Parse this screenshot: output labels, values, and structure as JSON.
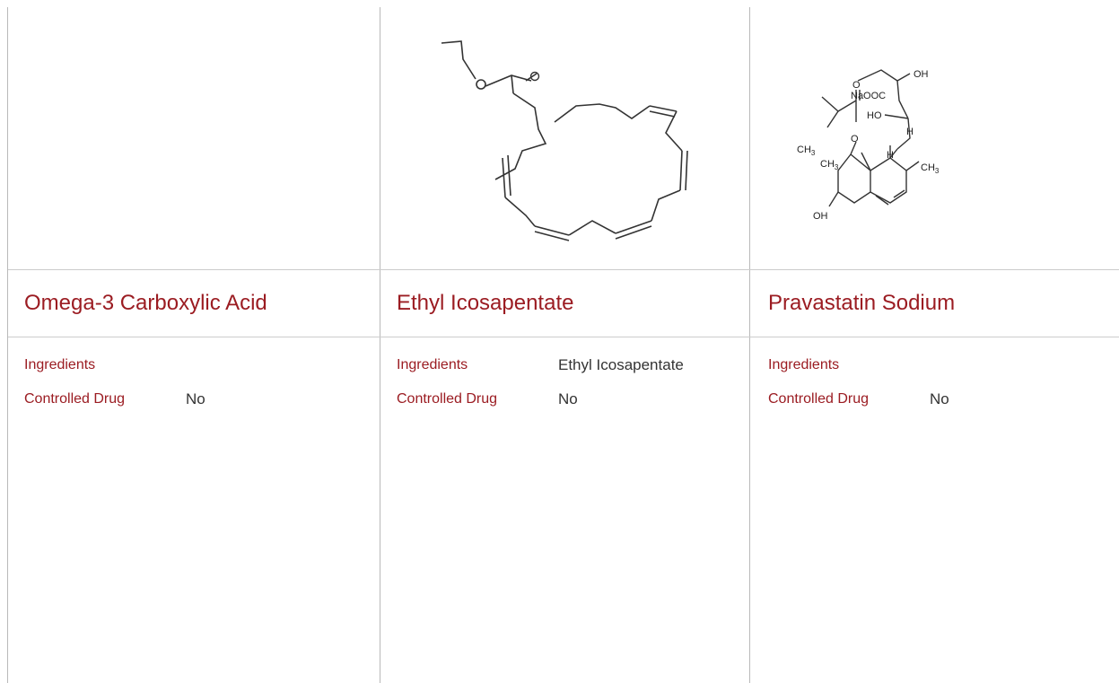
{
  "products": [
    {
      "name": "Omega-3 Carboxylic Acid",
      "ingredients_label": "Ingredients",
      "ingredients_value": "",
      "controlled_label": "Controlled Drug",
      "controlled_value": "No",
      "structure_icon": "none"
    },
    {
      "name": "Ethyl Icosapentate",
      "ingredients_label": "Ingredients",
      "ingredients_value": "Ethyl Icosapentate",
      "controlled_label": "Controlled Drug",
      "controlled_value": "No",
      "structure_icon": "ethyl-icosapentate-structure"
    },
    {
      "name": "Pravastatin Sodium",
      "ingredients_label": "Ingredients",
      "ingredients_value": "",
      "controlled_label": "Controlled Drug",
      "controlled_value": "No",
      "structure_icon": "pravastatin-structure",
      "structure_atoms": {
        "naooc": "NaOOC",
        "oh_top": "OH",
        "ho": "HO",
        "h_side": "H",
        "ch3_left": "CH",
        "ch3_left_sub": "3",
        "o_ester": "O",
        "o_ring": "O",
        "ch3_mid": "CH",
        "ch3_mid_sub": "3",
        "h_ring": "H",
        "ch3_right": "CH",
        "ch3_right_sub": "3",
        "oh_bottom": "OH"
      }
    }
  ],
  "colors": {
    "accent": "#9b1c22",
    "text": "#333333",
    "divider": "#cccccc"
  }
}
